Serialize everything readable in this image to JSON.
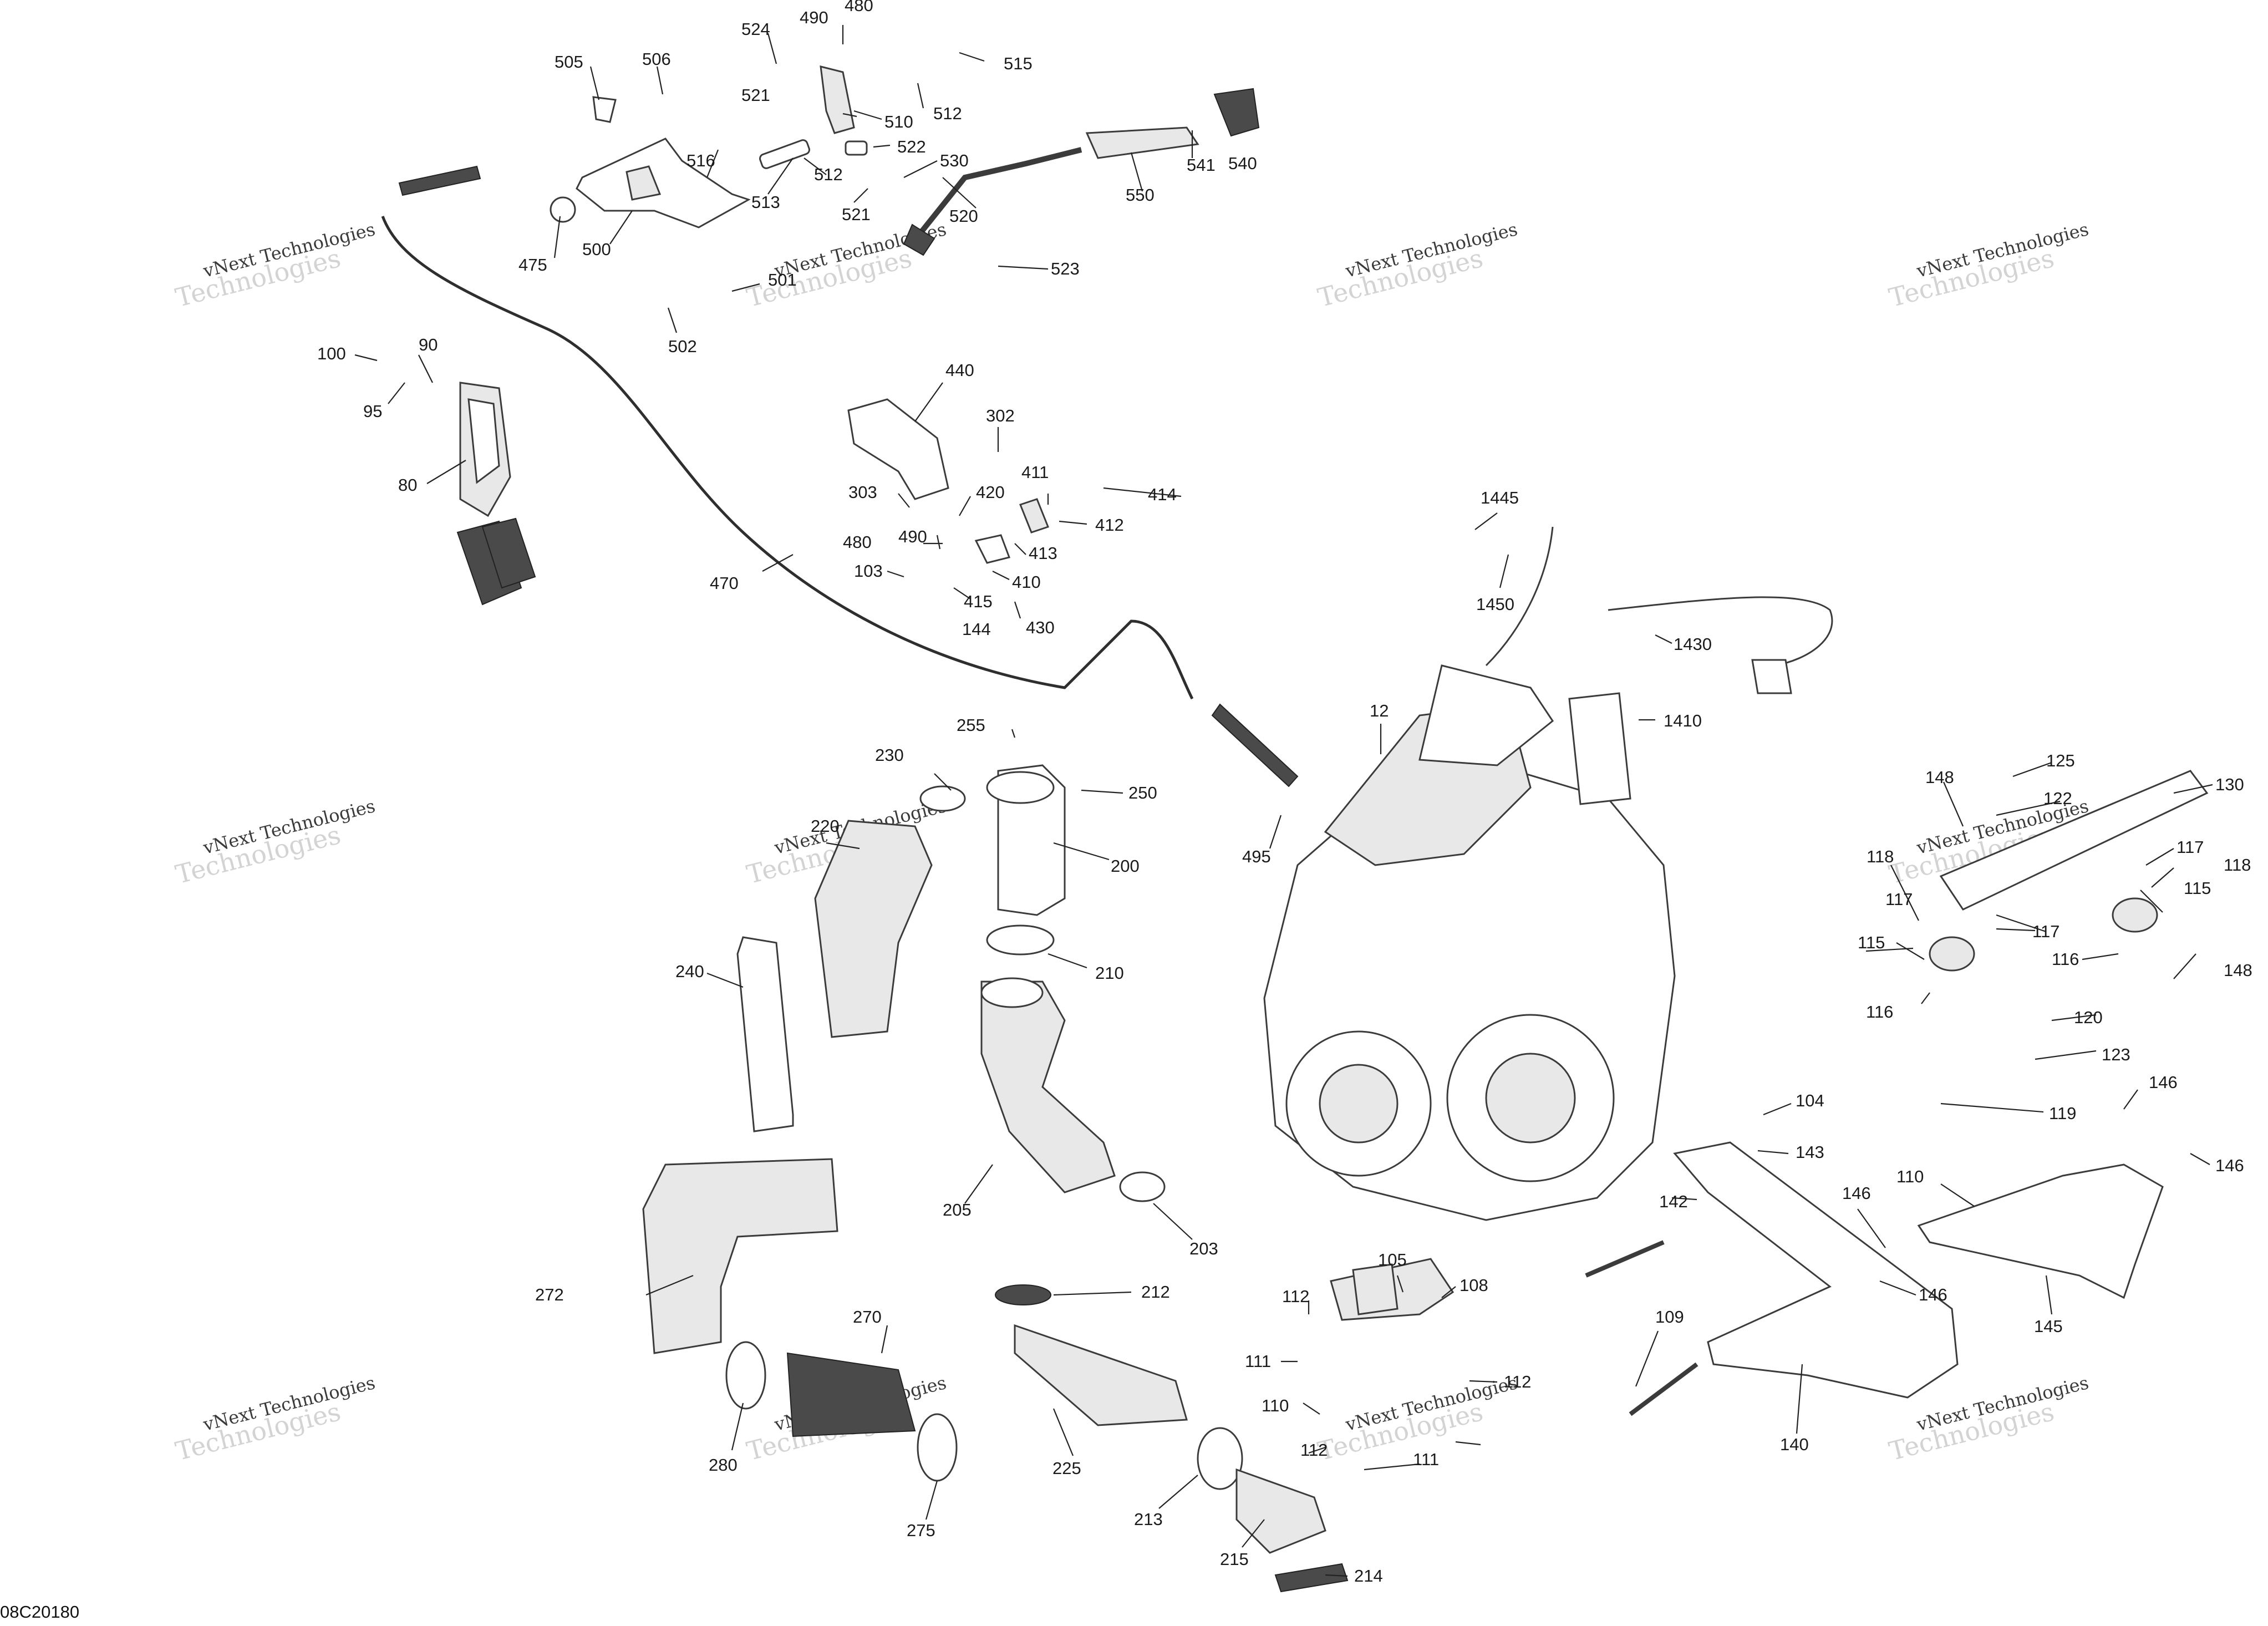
{
  "colors": {
    "ink": "#1a1a1a",
    "line": "#3b3b3b",
    "watermark": "#d3d3d3",
    "background": "#ffffff"
  },
  "drawing_code": "08C20180",
  "watermark": {
    "line1": "vNext Technologies",
    "line2": "Technologies"
  },
  "callouts": [
    "505",
    "506",
    "524",
    "490",
    "480",
    "515",
    "521",
    "510",
    "512",
    "516",
    "522",
    "513",
    "512",
    "530",
    "521",
    "520",
    "541",
    "540",
    "550",
    "475",
    "500",
    "501",
    "523",
    "502",
    "100",
    "90",
    "95",
    "80",
    "440",
    "302",
    "303",
    "420",
    "411",
    "414",
    "412",
    "490",
    "480",
    "413",
    "103",
    "410",
    "415",
    "144",
    "430",
    "470",
    "1445",
    "1450",
    "1430",
    "1410",
    "12",
    "255",
    "230",
    "250",
    "220",
    "200",
    "495",
    "210",
    "240",
    "205",
    "203",
    "272",
    "212",
    "270",
    "280",
    "225",
    "275",
    "213",
    "215",
    "214",
    "112",
    "105",
    "108",
    "111",
    "110",
    "112",
    "112",
    "111",
    "104",
    "143",
    "142",
    "109",
    "146",
    "110",
    "146",
    "145",
    "140",
    "125",
    "148",
    "122",
    "130",
    "117",
    "118",
    "118",
    "117",
    "115",
    "117",
    "115",
    "116",
    "148",
    "116",
    "120",
    "123",
    "119",
    "146",
    "146"
  ]
}
